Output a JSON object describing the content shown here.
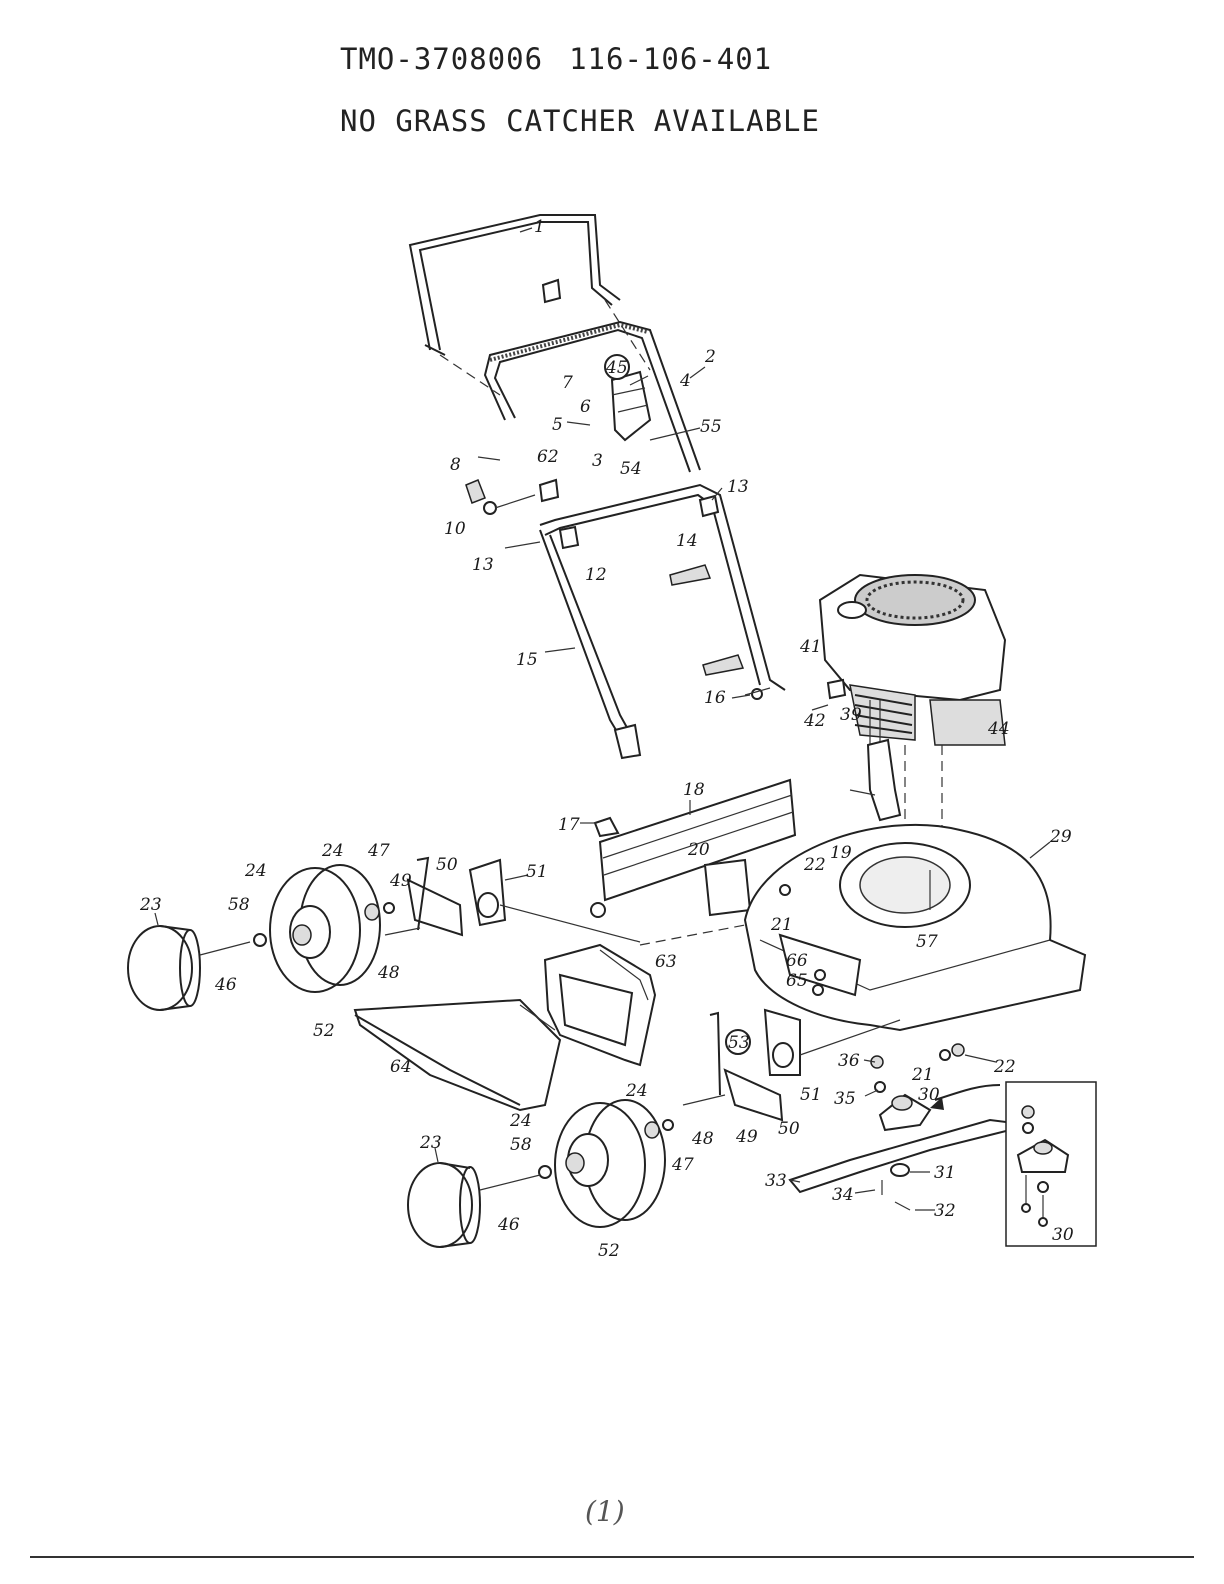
{
  "header": {
    "model_code": "TMO-3708006",
    "model_number": "116-106-401",
    "note": "NO GRASS CATCHER AVAILABLE"
  },
  "page_mark": "(1)",
  "parts": {
    "p1": "1",
    "p2": "2",
    "p3": "3",
    "p4": "4",
    "p5": "5",
    "p6": "6",
    "p7": "7",
    "p8": "8",
    "p10": "10",
    "p12": "12",
    "p13a": "13",
    "p13b": "13",
    "p14": "14",
    "p15": "15",
    "p16": "16",
    "p17": "17",
    "p18": "18",
    "p19": "19",
    "p20": "20",
    "p21a": "21",
    "p21b": "21",
    "p22a": "22",
    "p22b": "22",
    "p23a": "23",
    "p23b": "23",
    "p24a": "24",
    "p24b": "24",
    "p24c": "24",
    "p24d": "24",
    "p29": "29",
    "p30a": "30",
    "p30b": "30",
    "p31": "31",
    "p32": "32",
    "p33": "33",
    "p34": "34",
    "p35": "35",
    "p36": "36",
    "p39": "39",
    "p41": "41",
    "p42": "42",
    "p44": "44",
    "p45": "45",
    "p46a": "46",
    "p46b": "46",
    "p47a": "47",
    "p47b": "47",
    "p48a": "48",
    "p48b": "48",
    "p49a": "49",
    "p49b": "49",
    "p50a": "50",
    "p50b": "50",
    "p51a": "51",
    "p51b": "51",
    "p52a": "52",
    "p52b": "52",
    "p53": "53",
    "p54": "54",
    "p55": "55",
    "p57": "57",
    "p58a": "58",
    "p58b": "58",
    "p62": "62",
    "p63": "63",
    "p64": "64",
    "p65": "65",
    "p66": "66"
  }
}
